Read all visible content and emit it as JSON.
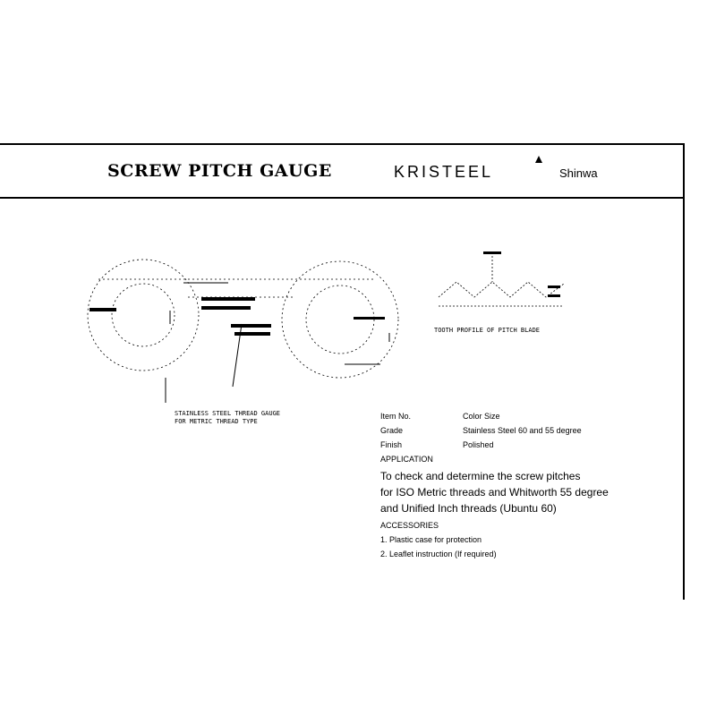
{
  "header": {
    "title": "SCREW PITCH GAUGE",
    "brand": "KRISTEEL",
    "brand_sub": "Shinwa"
  },
  "drawing": {
    "caption_line1": "STAINLESS STEEL THREAD GAUGE",
    "caption_line2": "FOR METRIC THREAD TYPE"
  },
  "detail": {
    "caption": "TOOTH PROFILE OF PITCH BLADE"
  },
  "specs": {
    "rows": [
      {
        "label": "Item No.",
        "value": "Color Size"
      },
      {
        "label": "Grade",
        "value": "Stainless Steel 60 and 55 degree"
      },
      {
        "label": "Finish",
        "value": "Polished"
      }
    ],
    "application_label": "APPLICATION",
    "purpose": [
      "To check and determine the screw pitches",
      "for ISO Metric threads and Whitworth 55 degree",
      "and Unified Inch threads (Ubuntu 60)"
    ],
    "accessories_label": "ACCESSORIES",
    "accessories": [
      "1. Plastic case for protection",
      "2. Leaflet instruction (If required)"
    ]
  },
  "colors": {
    "ink": "#000000",
    "paper": "#ffffff"
  }
}
